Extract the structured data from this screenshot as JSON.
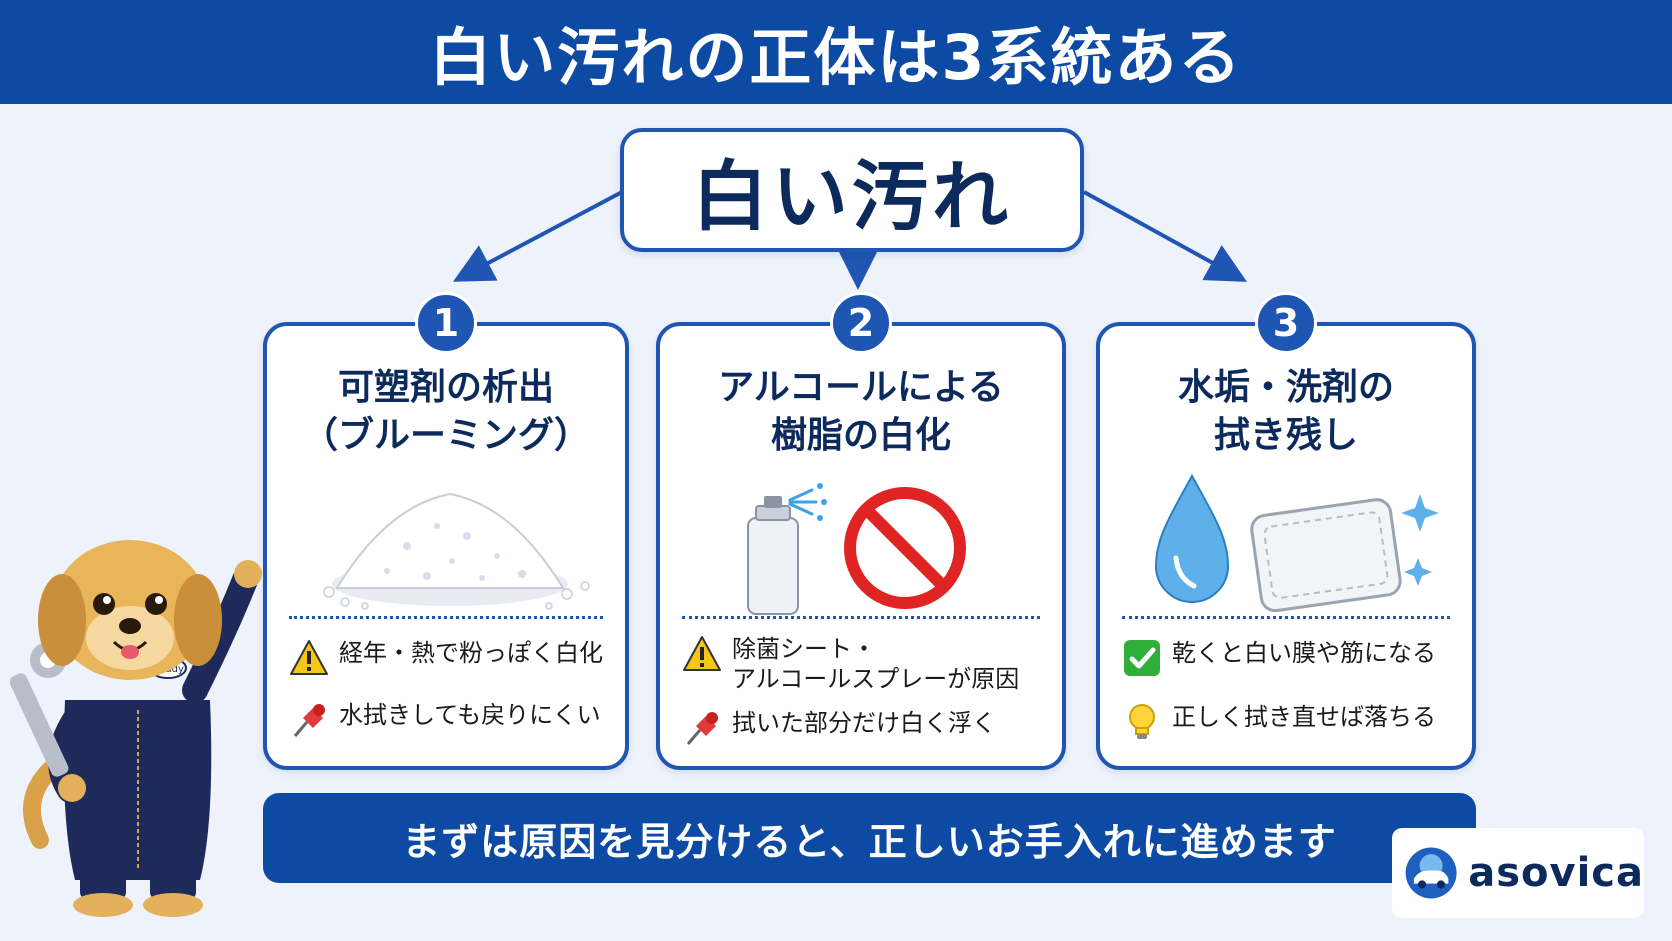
{
  "header": {
    "title": "白い汚れの正体は3系統ある"
  },
  "root": {
    "label": "白い汚れ"
  },
  "cards": [
    {
      "number": "1",
      "title_lines": [
        "可塑剤の析出",
        "（ブルーミング）"
      ],
      "illustration": "powder-pile",
      "points": [
        {
          "icon": "warning-icon",
          "lines": [
            "経年・熱で粉っぽく白化"
          ]
        },
        {
          "icon": "pushpin-icon",
          "lines": [
            "水拭きしても戻りにくい"
          ]
        }
      ]
    },
    {
      "number": "2",
      "title_lines": [
        "アルコールによる",
        "樹脂の白化"
      ],
      "illustration": "spray-can-prohibited",
      "points": [
        {
          "icon": "warning-icon",
          "lines": [
            "除菌シート・",
            "アルコールスプレーが原因"
          ]
        },
        {
          "icon": "pushpin-icon",
          "lines": [
            "拭いた部分だけ白く浮く"
          ]
        }
      ]
    },
    {
      "number": "3",
      "title_lines": [
        "水垢・洗剤の",
        "拭き残し"
      ],
      "illustration": "water-drop-cloth",
      "points": [
        {
          "icon": "check-icon",
          "lines": [
            "乾くと白い膜や筋になる"
          ]
        },
        {
          "icon": "lightbulb-icon",
          "lines": [
            "正しく拭き直せば落ちる"
          ]
        }
      ]
    }
  ],
  "banner": {
    "text": "まずは原因を見分けると、正しいお手入れに進めます"
  },
  "logo": {
    "text": "asovica"
  },
  "mascot": {
    "badge_text": "Buddy"
  },
  "colors": {
    "primary": "#0d4aa3",
    "accent": "#1f56b3",
    "text": "#0d2a5c",
    "background": "#eef3fb"
  }
}
